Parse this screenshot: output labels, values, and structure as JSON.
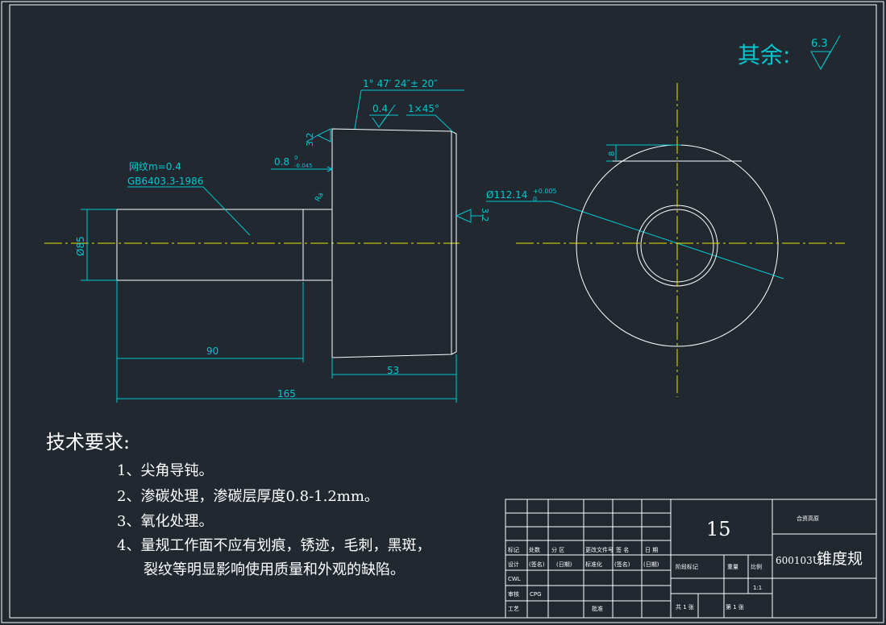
{
  "surface_note": {
    "prefix": "其余:",
    "roughness": "6.3"
  },
  "dimensions": {
    "taper_angle": "1° 47′ 24″± 20″",
    "ra_04": "0.4",
    "chamfer": "1×45°",
    "ra_32_top": "3.2",
    "ra_32_right": "3.2",
    "step_dim": "0.8",
    "step_tol_upper": "0",
    "step_tol_lower": "-0.045",
    "knurl_spec": "网纹m=0.4",
    "knurl_std": "GB6403.3-1986",
    "diameter_main": "Ø112.14",
    "diameter_tol_upper": "+0.005",
    "diameter_tol_lower": "0",
    "diameter_handle": "Ø85",
    "len_90": "90",
    "len_53": "53",
    "len_165": "165",
    "keyway": "8"
  },
  "tech_requirements": {
    "title": "技术要求:",
    "items": [
      "1、尖角导钝。",
      "2、渗碳处理，渗碳层厚度0.8-1.2mm。",
      "3、氧化处理。",
      "4、量规工作面不应有划痕，锈迹，毛刺，黑斑，",
      "裂纹等明显影响使用质量和外观的缺陷。"
    ]
  },
  "title_block": {
    "sheet_code": "15",
    "company": "合资高原",
    "part_code": "600103U",
    "part_name": "锥度规",
    "row_labels_1": [
      "标记",
      "处数",
      "分 区",
      "更改文件号",
      "签 名",
      "日 期"
    ],
    "row_labels_2": [
      "设计",
      "(签名)",
      "(日期)",
      "标准化",
      "(签名)",
      "(日期)"
    ],
    "designer": "CWL",
    "reviewer_label": "审核",
    "reviewer": "CPG",
    "process_label": "工艺",
    "approve_label": "批准",
    "stage_label": "阶段标记",
    "weight_label": "重量",
    "scale_label": "比例",
    "scale_value": "1:1",
    "sheets_total": "共 1 张",
    "sheet_no": "第 1 张"
  },
  "colors": {
    "background": "#212830",
    "lines": "#ffffff",
    "dimensions": "#00c8d0",
    "centerlines": "#e6e600"
  }
}
